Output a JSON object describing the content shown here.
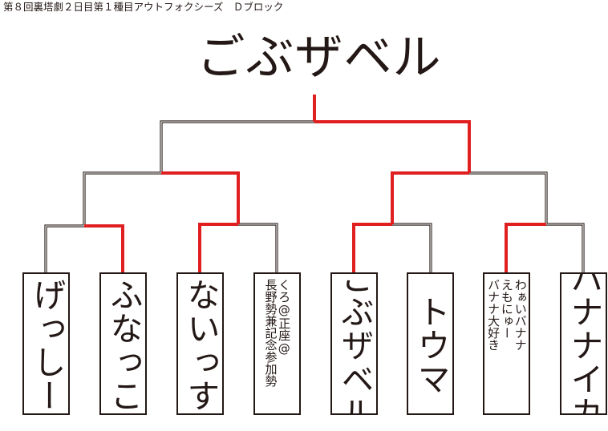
{
  "header": {
    "caption": "第８回裏塔劇２日目第１種目アウトフォクシーズ　Ｄブロック"
  },
  "bracket": {
    "winner": "ごぶザベル",
    "entrants": [
      {
        "name": "げっしー",
        "size": "big"
      },
      {
        "name": "ふなっこ",
        "size": "big"
      },
      {
        "name": "ないっす",
        "size": "big"
      },
      {
        "name": "くろ@正座@\n長野勢兼記念参加勢",
        "size": "small"
      },
      {
        "name": "ごぶザベル",
        "size": "big"
      },
      {
        "name": "トウマ",
        "size": "big"
      },
      {
        "name": "わぁいバナナ\nえもにゅー\nバナナ大好き",
        "size": "small"
      },
      {
        "name": "バナナイカ",
        "size": "big"
      }
    ],
    "colors": {
      "winning_path": "#e02020",
      "line": "#231815",
      "text": "#231815"
    }
  }
}
